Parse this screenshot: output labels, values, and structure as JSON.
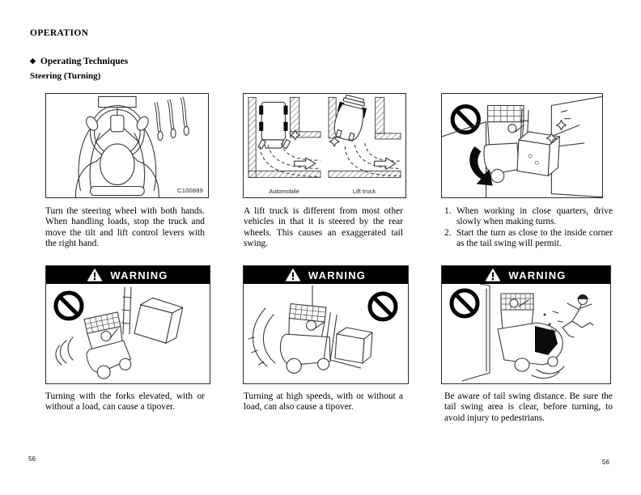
{
  "page": {
    "header": "OPERATION",
    "bullet": "◆",
    "section_title": "Operating Techniques",
    "subsection_title": "Steering (Turning)",
    "page_number_left": "56",
    "page_number_right": "56"
  },
  "figures": {
    "steering": {
      "code": "C100889",
      "caption": "Turn the steering wheel with both hands.  When handling loads, stop the truck and move the tilt and lift control levers with the right hand."
    },
    "comparison": {
      "label_left": "Automobile",
      "label_right": "Lift truck",
      "caption": "A lift truck is different from most other vehicles in that it is steered by the rear wheels.  This causes an exaggerated tail swing."
    },
    "close_quarters": {
      "list": [
        {
          "num": "1.",
          "text": "When working in close quarters, drive slowly when making turns."
        },
        {
          "num": "2.",
          "text": "Start the turn as close to the inside corner as the tail swing will permit."
        }
      ]
    }
  },
  "warnings": {
    "label": "WARNING",
    "items": [
      {
        "caption": "Turning with the forks elevated, with or without a load, can cause a tipover."
      },
      {
        "caption": "Turning at high speeds, with or without a load, can also cause a tipover."
      },
      {
        "caption": "Be aware of tail swing distance.  Be sure the tail swing area is clear, before turning, to avoid injury to pedestrians."
      }
    ]
  }
}
